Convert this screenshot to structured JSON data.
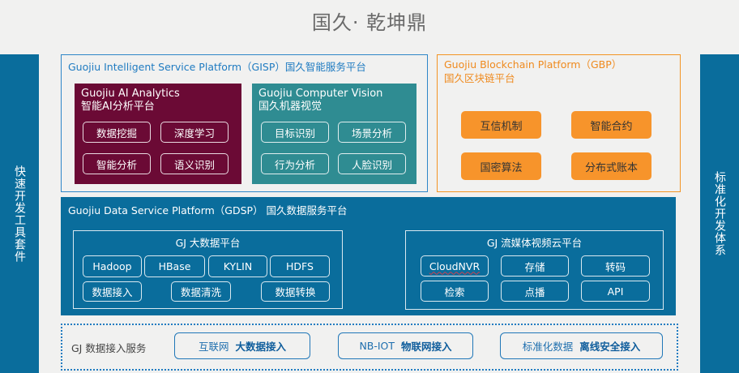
{
  "title": "国久· 乾坤鼎",
  "sidebars": {
    "left": "快速开发工具套件",
    "right": "标准化开发体系"
  },
  "colors": {
    "primary_blue": "#0a6d9c",
    "gisp_border": "#2e86c8",
    "ai_panel": "#6b0a35",
    "cv_panel": "#2f8c92",
    "gbp_orange": "#f7942b"
  },
  "gisp": {
    "title": "Guojiu Intelligent Service Platform（GISP）国久智能服务平台",
    "ai": {
      "title_en": "Guojiu AI Analytics",
      "title_cn": "智能AI分析平台",
      "items": [
        "数据挖掘",
        "深度学习",
        "智能分析",
        "语义识别"
      ]
    },
    "cv": {
      "title_en": "Guojiu Computer Vision",
      "title_cn": "国久机器视觉",
      "items": [
        "目标识别",
        "场景分析",
        "行为分析",
        "人脸识别"
      ]
    }
  },
  "gbp": {
    "title_en": "Guojiu Blockchain Platform（GBP）",
    "title_cn": "国久区块链平台",
    "items": [
      "互信机制",
      "智能合约",
      "国密算法",
      "分布式账本"
    ]
  },
  "gdsp": {
    "title": "Guojiu Data Service Platform（GDSP） 国久数据服务平台",
    "bigdata": {
      "title": "GJ 大数据平台",
      "row1": [
        "Hadoop",
        "HBase",
        "KYLIN",
        "HDFS"
      ],
      "row2": [
        "数据接入",
        "数据清洗",
        "数据转换"
      ]
    },
    "media": {
      "title": "GJ 流媒体视频云平台",
      "items": [
        "CloudNVR",
        "存储",
        "转码",
        "检索",
        "点播",
        "API"
      ]
    }
  },
  "access": {
    "label": "GJ 数据接入服务",
    "items": [
      {
        "prefix": "互联网",
        "main": "大数据接入"
      },
      {
        "prefix": "NB-IOT",
        "main": "物联网接入"
      },
      {
        "prefix": "标准化数据",
        "main": "离线安全接入"
      }
    ]
  }
}
